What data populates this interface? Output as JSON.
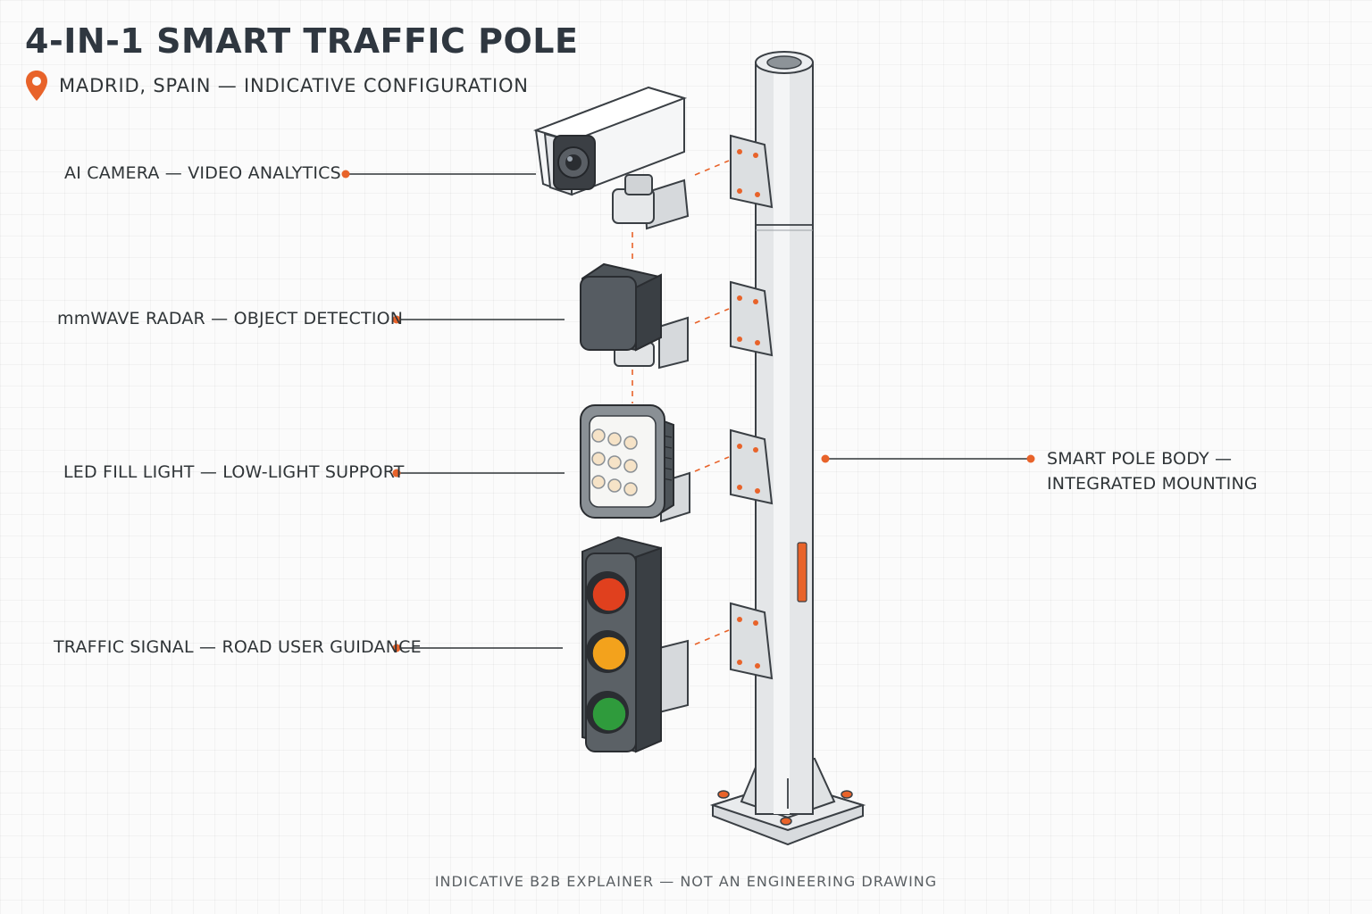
{
  "header": {
    "title": "4-IN-1 SMART TRAFFIC POLE",
    "subtitle": "MADRID, SPAIN — INDICATIVE CONFIGURATION",
    "location_icon": "map-pin-icon"
  },
  "components": [
    {
      "id": "camera",
      "label": "AI CAMERA — VIDEO ANALYTICS",
      "icon": "cctv-camera-icon"
    },
    {
      "id": "radar",
      "label": "mmWAVE RADAR — OBJECT DETECTION",
      "icon": "radar-sensor-icon"
    },
    {
      "id": "fill_light",
      "label": "LED FILL LIGHT — LOW-LIGHT SUPPORT",
      "icon": "led-light-icon"
    },
    {
      "id": "signal",
      "label": "TRAFFIC SIGNAL — ROAD USER GUIDANCE",
      "icon": "traffic-light-icon"
    }
  ],
  "pole": {
    "label_line1": "SMART POLE BODY —",
    "label_line2": "INTEGRATED MOUNTING"
  },
  "footer": "INDICATIVE B2B EXPLAINER — NOT AN ENGINEERING DRAWING",
  "colors": {
    "accent": "#e8632a",
    "text": "#2f3437",
    "pole": "#e4e6e8",
    "outline": "#3a3f44",
    "signal_red": "#e0401e",
    "signal_amber": "#f3a21c",
    "signal_green": "#2f9b3c"
  }
}
